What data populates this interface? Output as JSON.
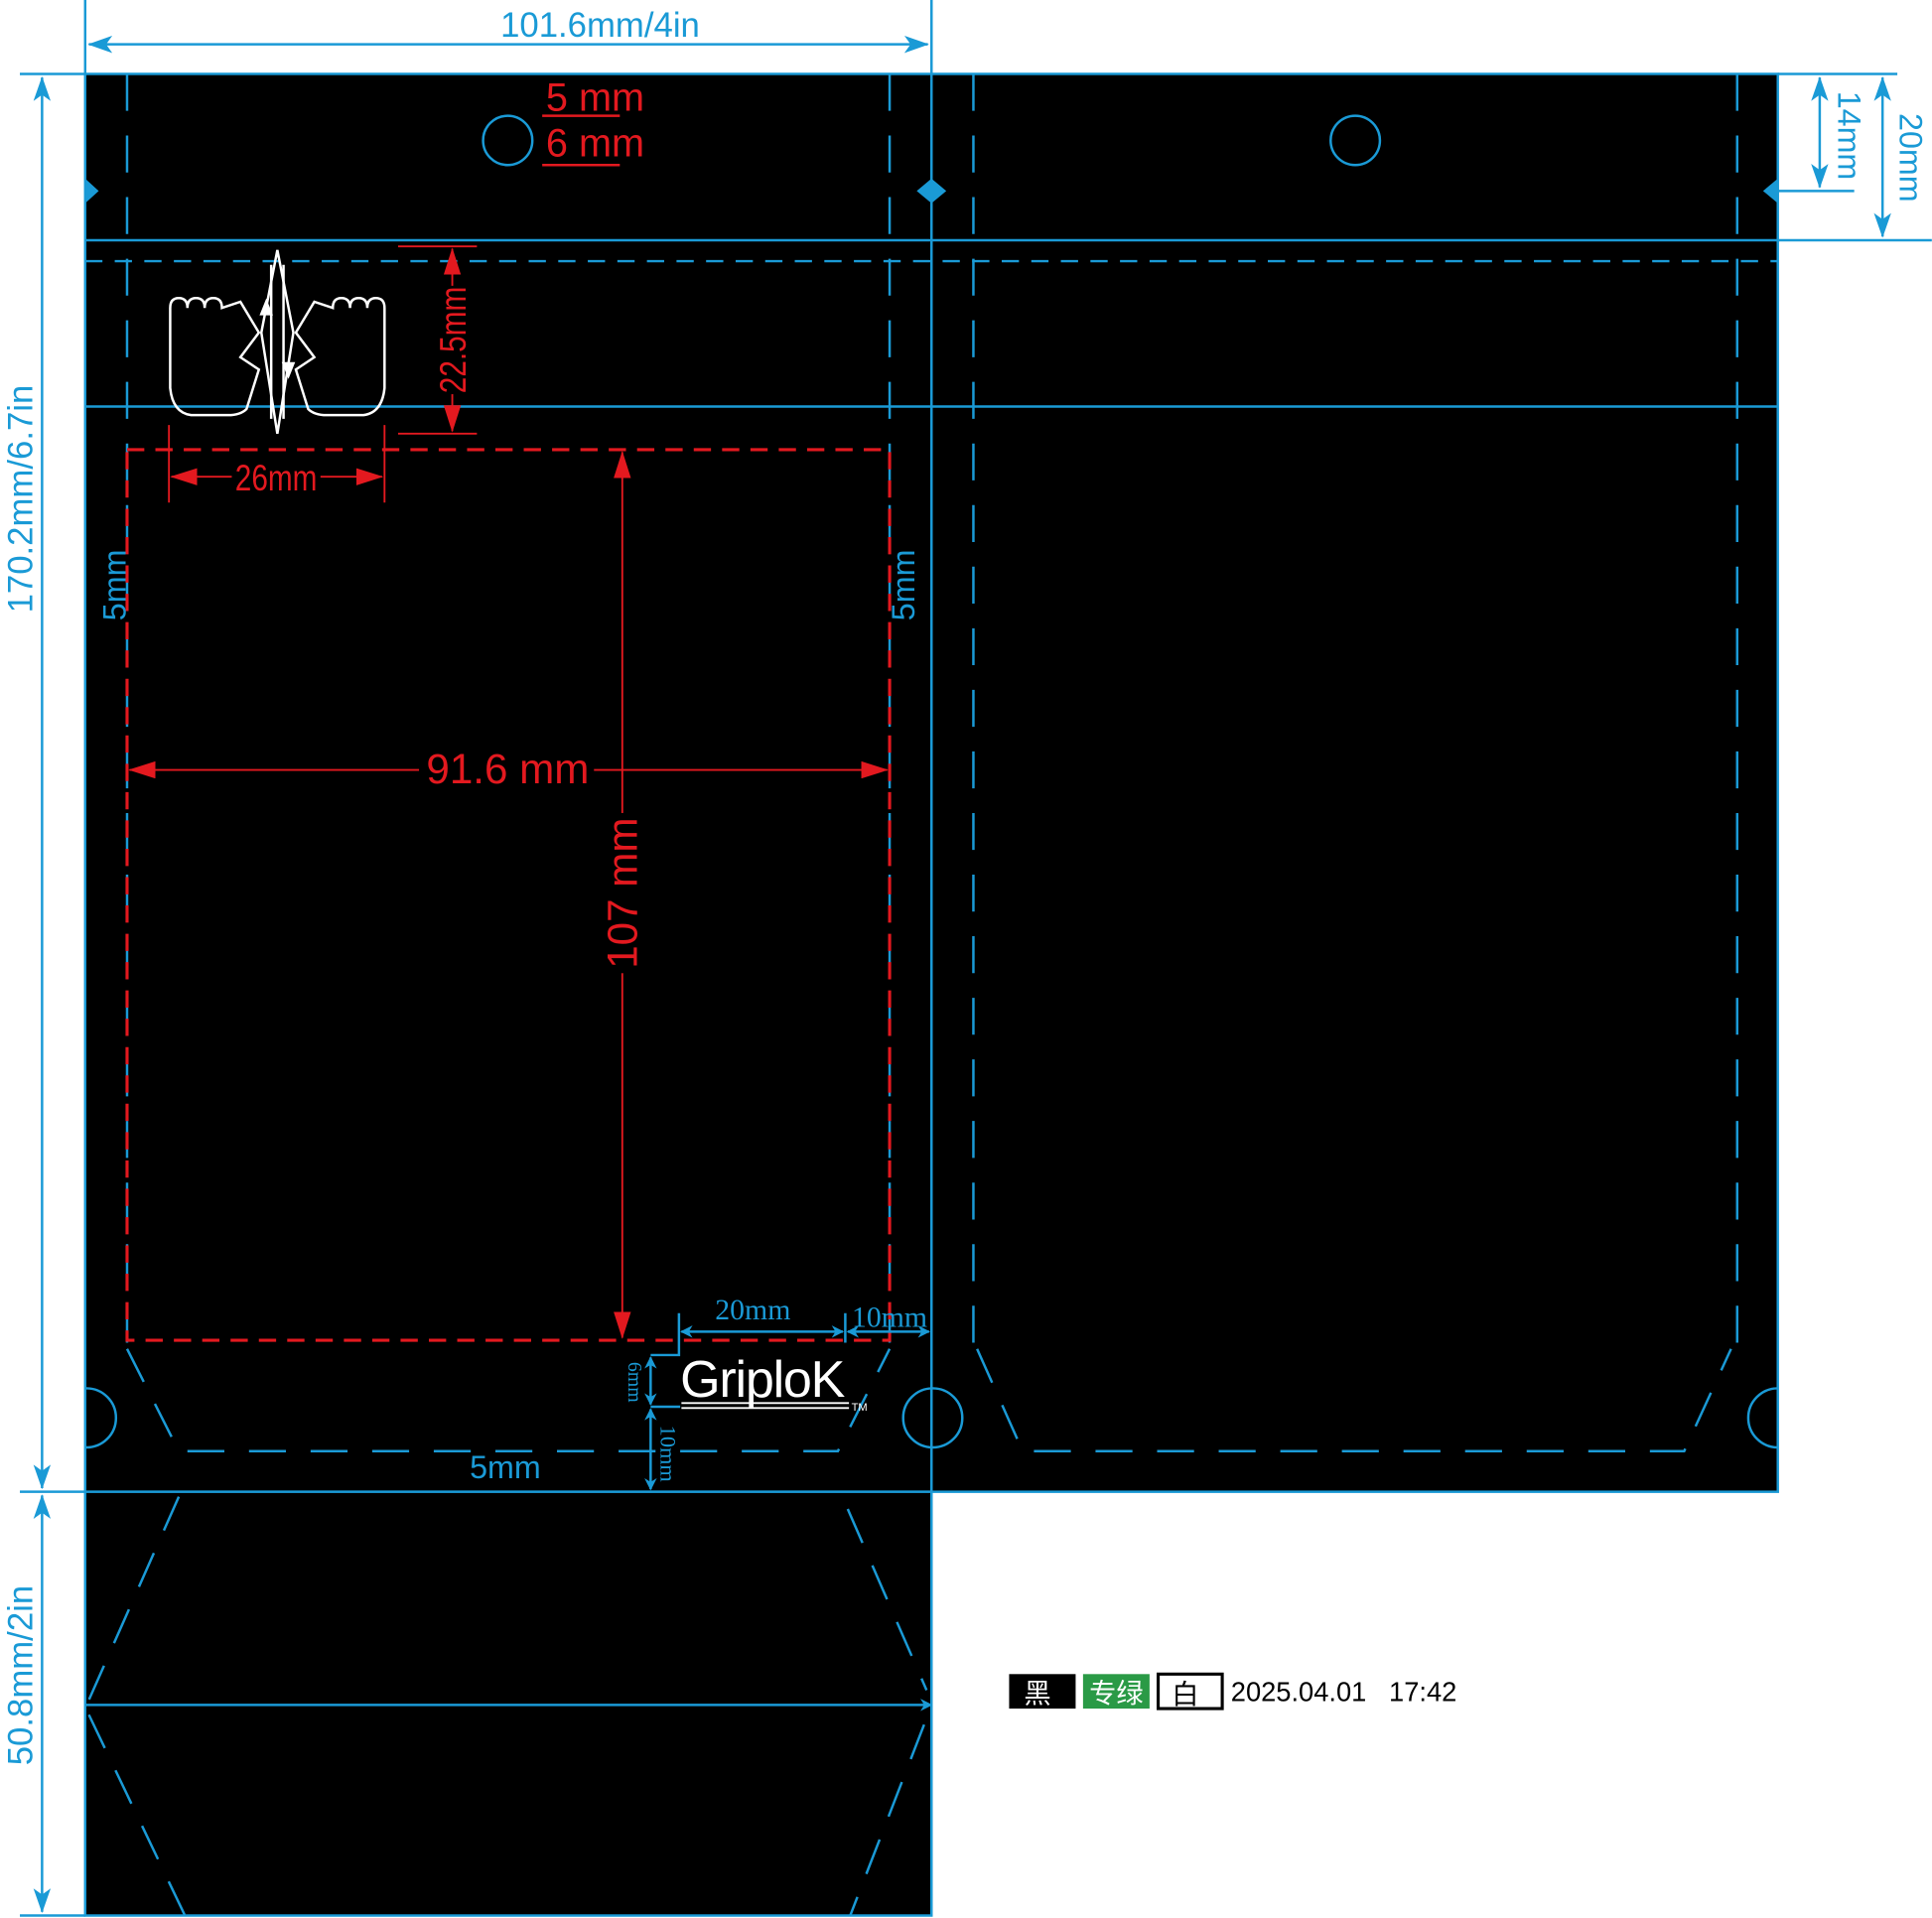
{
  "colors": {
    "dieline": "#1a9ad6",
    "dimension": "#e3191f",
    "background": "#000000",
    "spot_green": "#2a9a46"
  },
  "dimensions": {
    "width": "101.6mm/4in",
    "height": "170.2mm/6.7in",
    "gusset": "50.8mm/2in",
    "hang_hole_a": "5 mm",
    "hang_hole_b": "6 mm",
    "top_14": "14mm",
    "top_20": "20mm",
    "zipper": "22.5mm",
    "icon_width": "26mm",
    "print_width": "91.6 mm",
    "print_height": "107 mm",
    "side_margin_left": "5mm",
    "side_margin_right": "5mm",
    "bottom_margin": "5mm",
    "logo_width": "20mm",
    "logo_right": "10mm",
    "logo_height": "6mm",
    "logo_bottom": "10mm"
  },
  "logo": {
    "text": "GriploK",
    "tm": "TM"
  },
  "legend": {
    "black": "黑",
    "green": "专绿",
    "white": "白",
    "datetime": "2025.04.01   17:42"
  }
}
